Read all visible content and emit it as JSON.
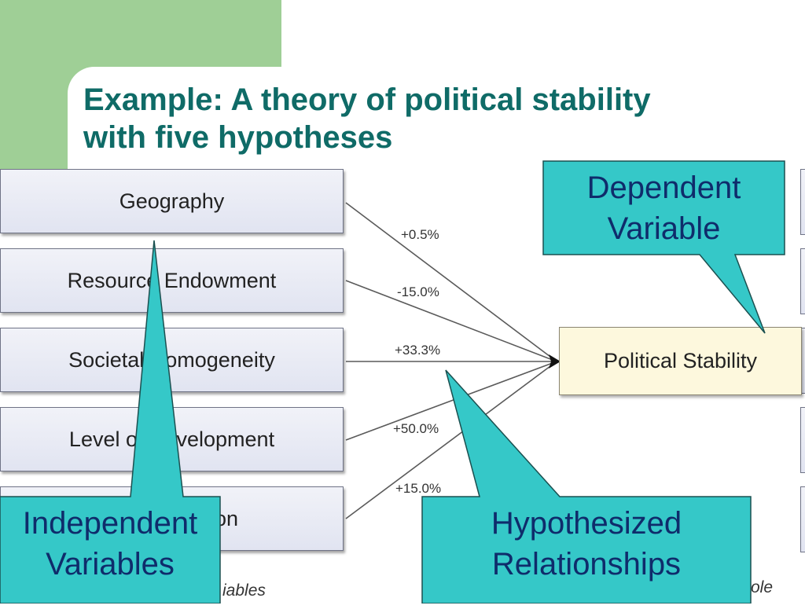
{
  "title": {
    "line1": "Example: A theory of political stability",
    "line2": "with five hypotheses"
  },
  "independent_variables": [
    "Geography",
    "Resource Endowment",
    "Societal Homogeneity",
    "Level of Development",
    "on"
  ],
  "dependent_variable": "Political Stability",
  "relationships": [
    "+0.5%",
    "-15.0%",
    "+33.3%",
    "+50.0%",
    "+15.0%"
  ],
  "cut_text": {
    "bottom_left": "iables",
    "bottom_right": "ole"
  },
  "callouts": {
    "dependent": {
      "line1": "Dependent",
      "line2": "Variable"
    },
    "independent": {
      "line1": "Independent",
      "line2": "Variables"
    },
    "hypothesized": {
      "line1": "Hypothesized",
      "line2": "Relationships"
    }
  },
  "colors": {
    "callout_fill": "#35c8c8",
    "callout_text": "#0f2c6b",
    "title": "#0f6b67",
    "background_block": "#9fcf96"
  }
}
